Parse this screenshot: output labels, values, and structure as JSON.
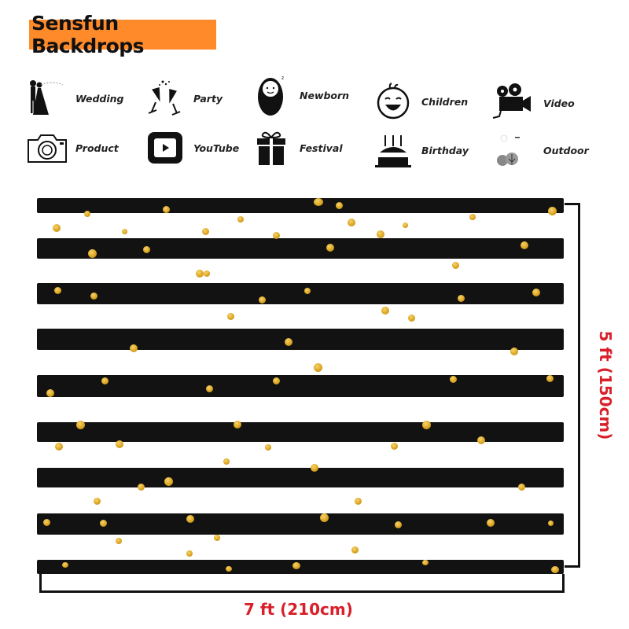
{
  "brand": {
    "title": "Sensfun Backdrops",
    "bg_color": "#ff8a2a"
  },
  "categories": [
    {
      "label": "Wedding",
      "icon": "wedding-couple-icon"
    },
    {
      "label": "Party",
      "icon": "champagne-glasses-icon"
    },
    {
      "label": "Newborn",
      "icon": "swaddled-baby-icon"
    },
    {
      "label": "Children",
      "icon": "smiling-child-face-icon"
    },
    {
      "label": "Video",
      "icon": "film-camera-icon"
    },
    {
      "label": "Product",
      "icon": "camera-icon"
    },
    {
      "label": "YouTube",
      "icon": "youtube-play-icon"
    },
    {
      "label": "Festival",
      "icon": "gift-box-icon"
    },
    {
      "label": "Birthday",
      "icon": "birthday-cake-icon"
    },
    {
      "label": "Outdoor",
      "icon": "trees-icon"
    }
  ],
  "backdrop": {
    "pattern": "black horizontal brush stripes with gold glitter dots on white",
    "stripe_color": "#121212",
    "dot_color": "#d9a21e"
  },
  "dimensions": {
    "height_label": "5 ft (150cm)",
    "width_label": "7 ft (210cm)",
    "label_color": "#d8202a"
  }
}
